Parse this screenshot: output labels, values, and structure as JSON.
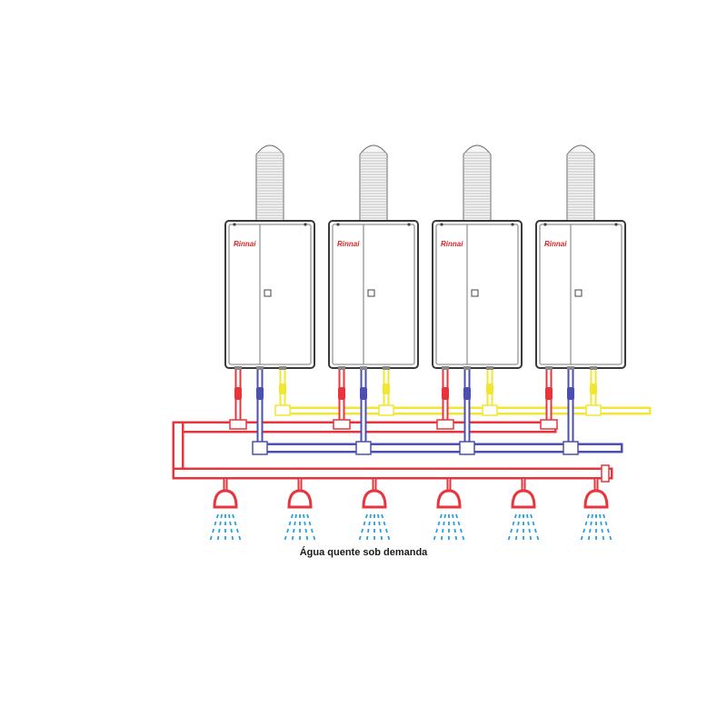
{
  "caption": "Água quente sob demanda",
  "brand": "Rinnai",
  "heater_count": 4,
  "shower_count": 6,
  "colors": {
    "hot_pipe": "#e8343c",
    "cold_pipe": "#4a4fb0",
    "gas_pipe": "#f2e632",
    "water_spray": "#2a9fe0",
    "brand_text": "#e02020",
    "outline": "#333333"
  }
}
